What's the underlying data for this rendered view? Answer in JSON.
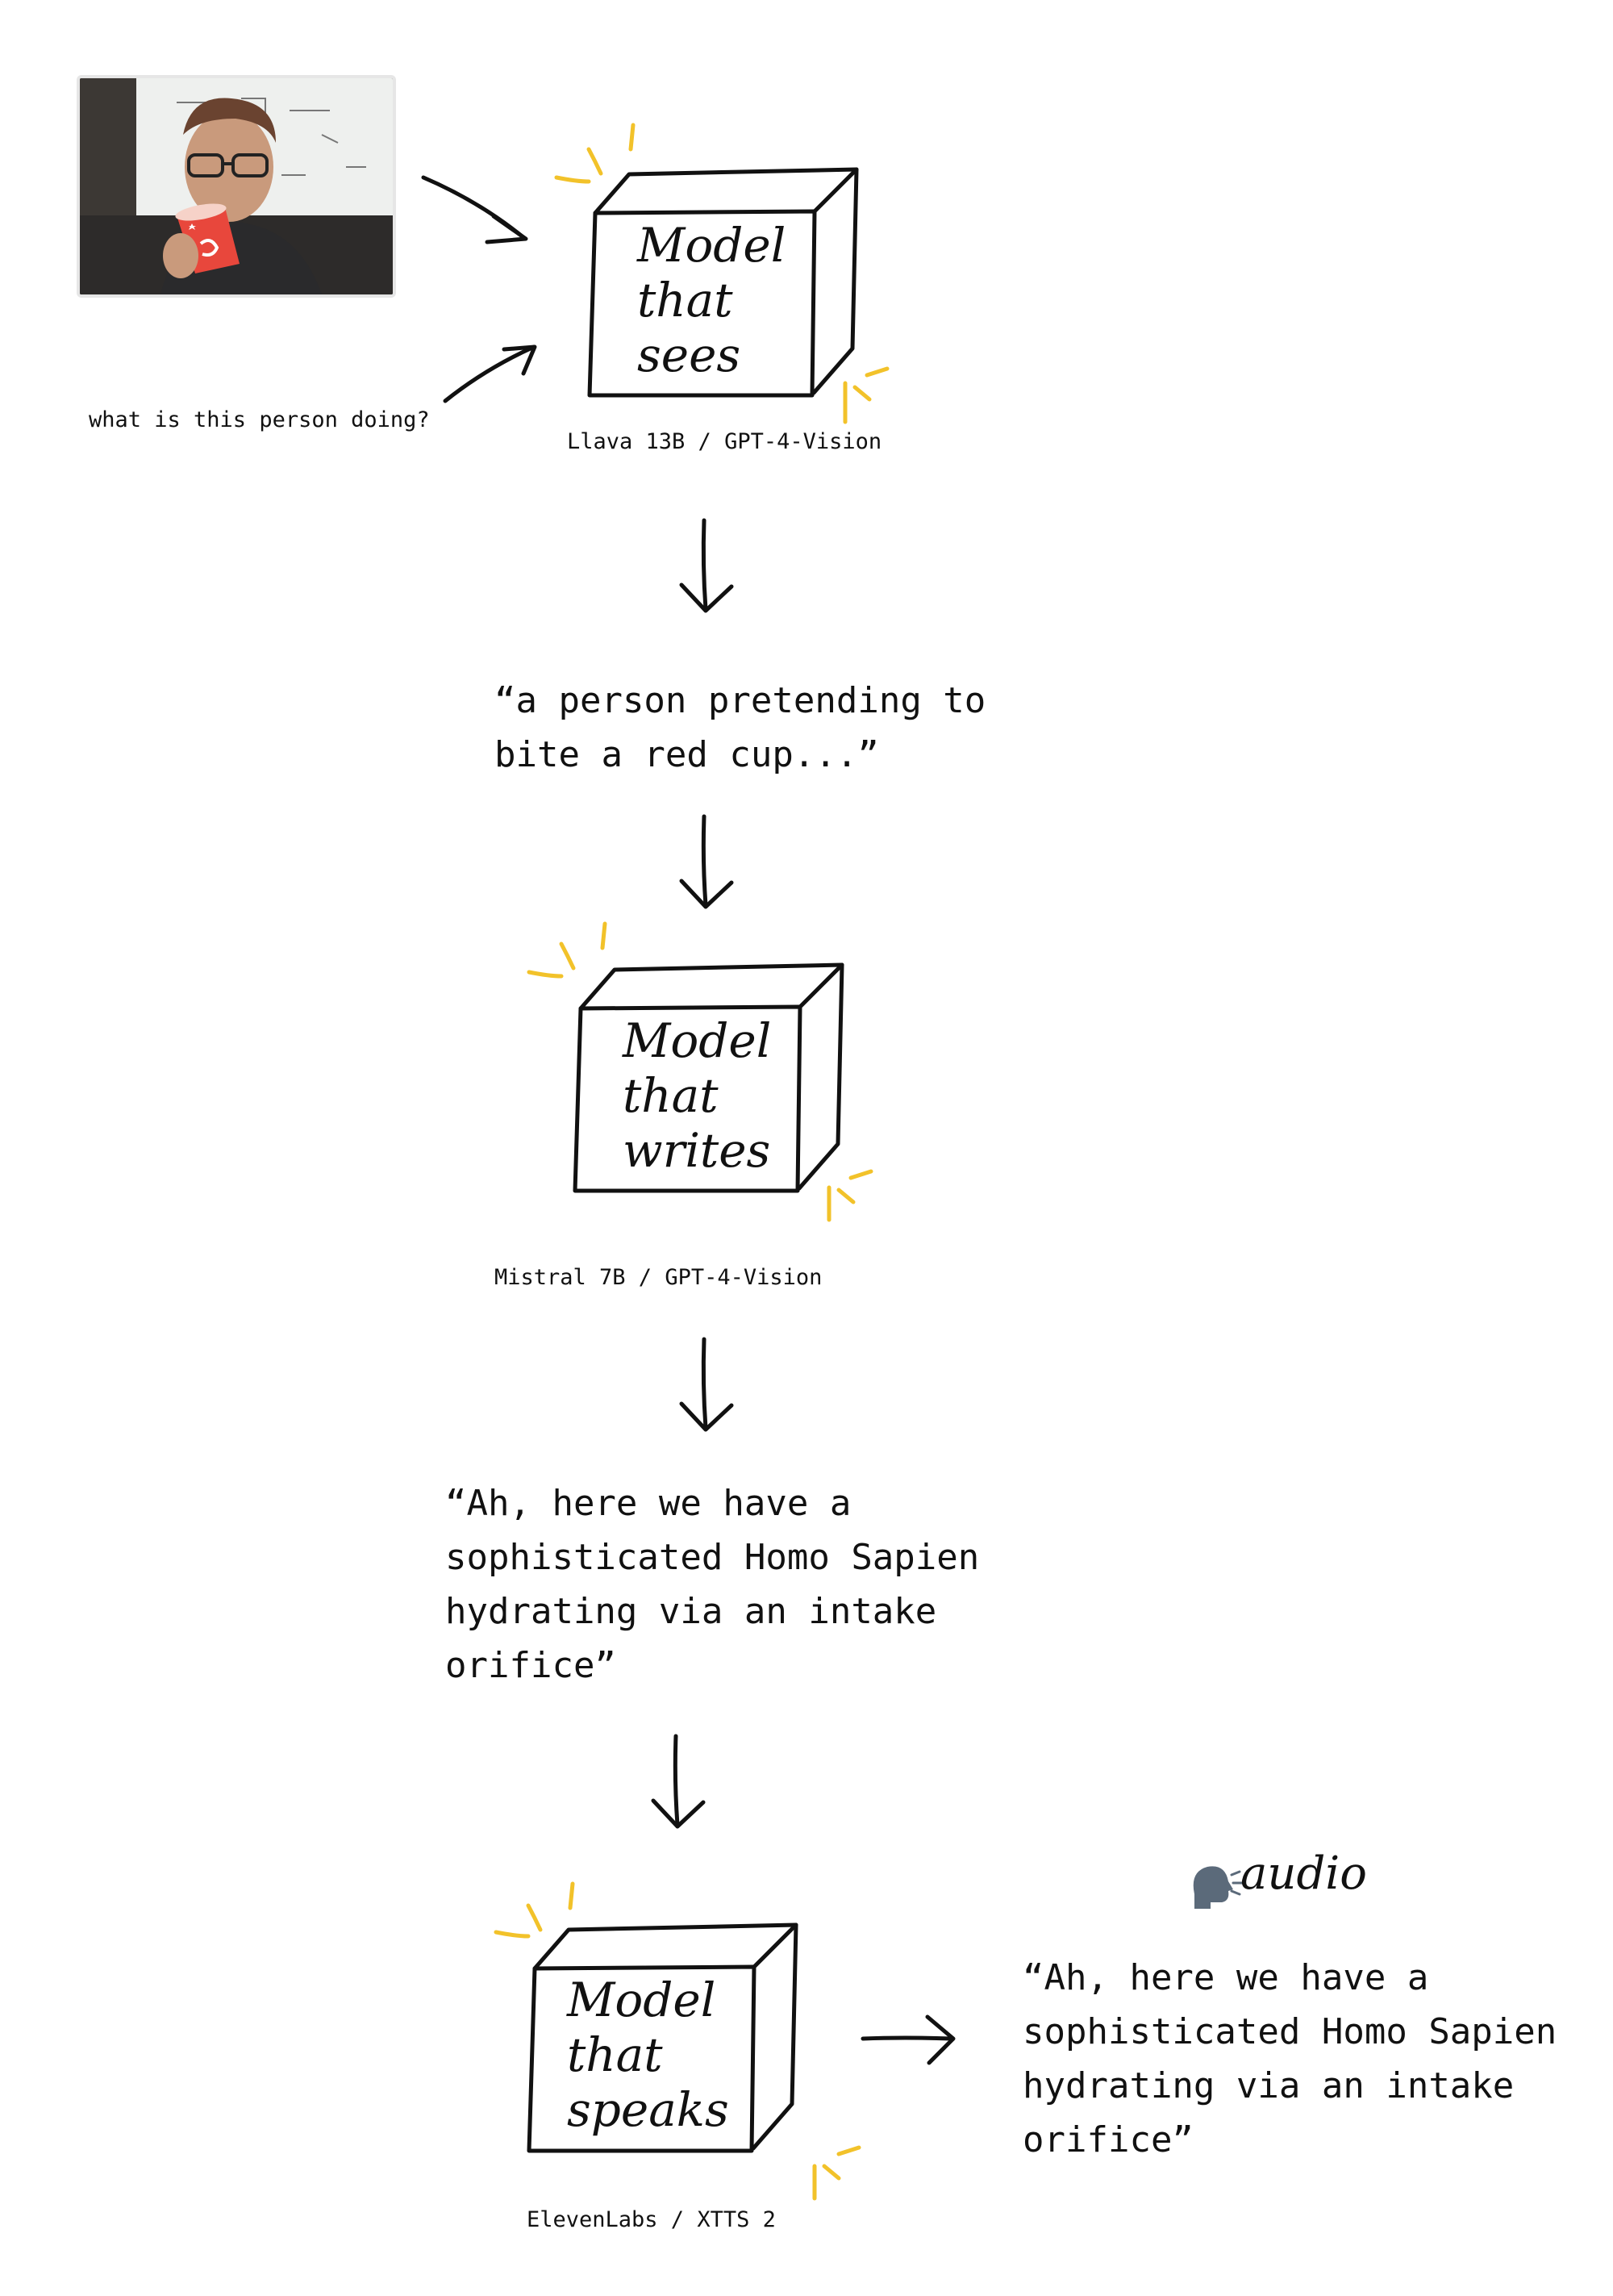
{
  "input": {
    "question": "what is this person doing?"
  },
  "stages": [
    {
      "box_title": "Model that sees",
      "model_label": "Llava 13B / GPT-4-Vision"
    },
    {
      "box_title": "Model that writes",
      "model_label": "Mistral 7B / GPT-4-Vision"
    },
    {
      "box_title": "Model that speaks",
      "model_label": "ElevenLabs / XTTS 2"
    }
  ],
  "outputs": {
    "description": "“a person pretending to bite a red cup...”",
    "narration": "“Ah, here we have a sophisticated Homo Sapien hydrating via an intake orifice”",
    "audio_label": "audio",
    "audio_icon": "speaking-head-icon",
    "audio_text": "“Ah, here we have a sophisticated Homo Sapien hydrating via an intake orifice”"
  },
  "colors": {
    "ink": "#111111",
    "sparkle": "#f2c22a",
    "cup": "#e8473c"
  }
}
